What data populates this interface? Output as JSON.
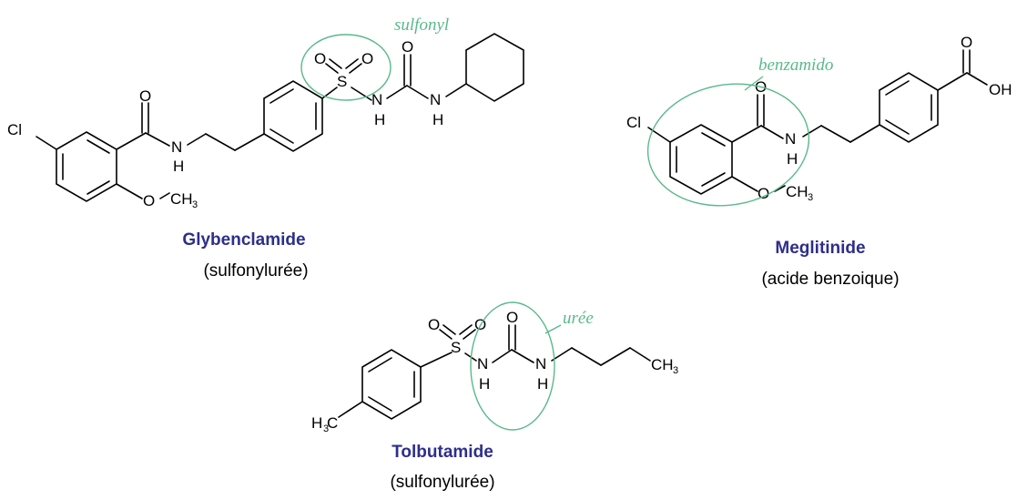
{
  "colors": {
    "name": "#2e2e8c",
    "highlight": "#59b98b",
    "bond": "#000000"
  },
  "molecules": [
    {
      "name": "Glybenclamide",
      "class": "(sulfonylurée)"
    },
    {
      "name": "Meglitinide",
      "class": "(acide benzoique)"
    },
    {
      "name": "Tolbutamide",
      "class": "(sulfonylurée)"
    }
  ],
  "highlights": {
    "sulfonyl": "sulfonyl",
    "benzamido": "benzamido",
    "uree": "urée"
  },
  "atoms": {
    "Cl": "Cl",
    "O": "O",
    "N": "N",
    "H": "H",
    "S": "S",
    "C": "C",
    "OH": "OH",
    "CH": "CH",
    "three": "3"
  }
}
